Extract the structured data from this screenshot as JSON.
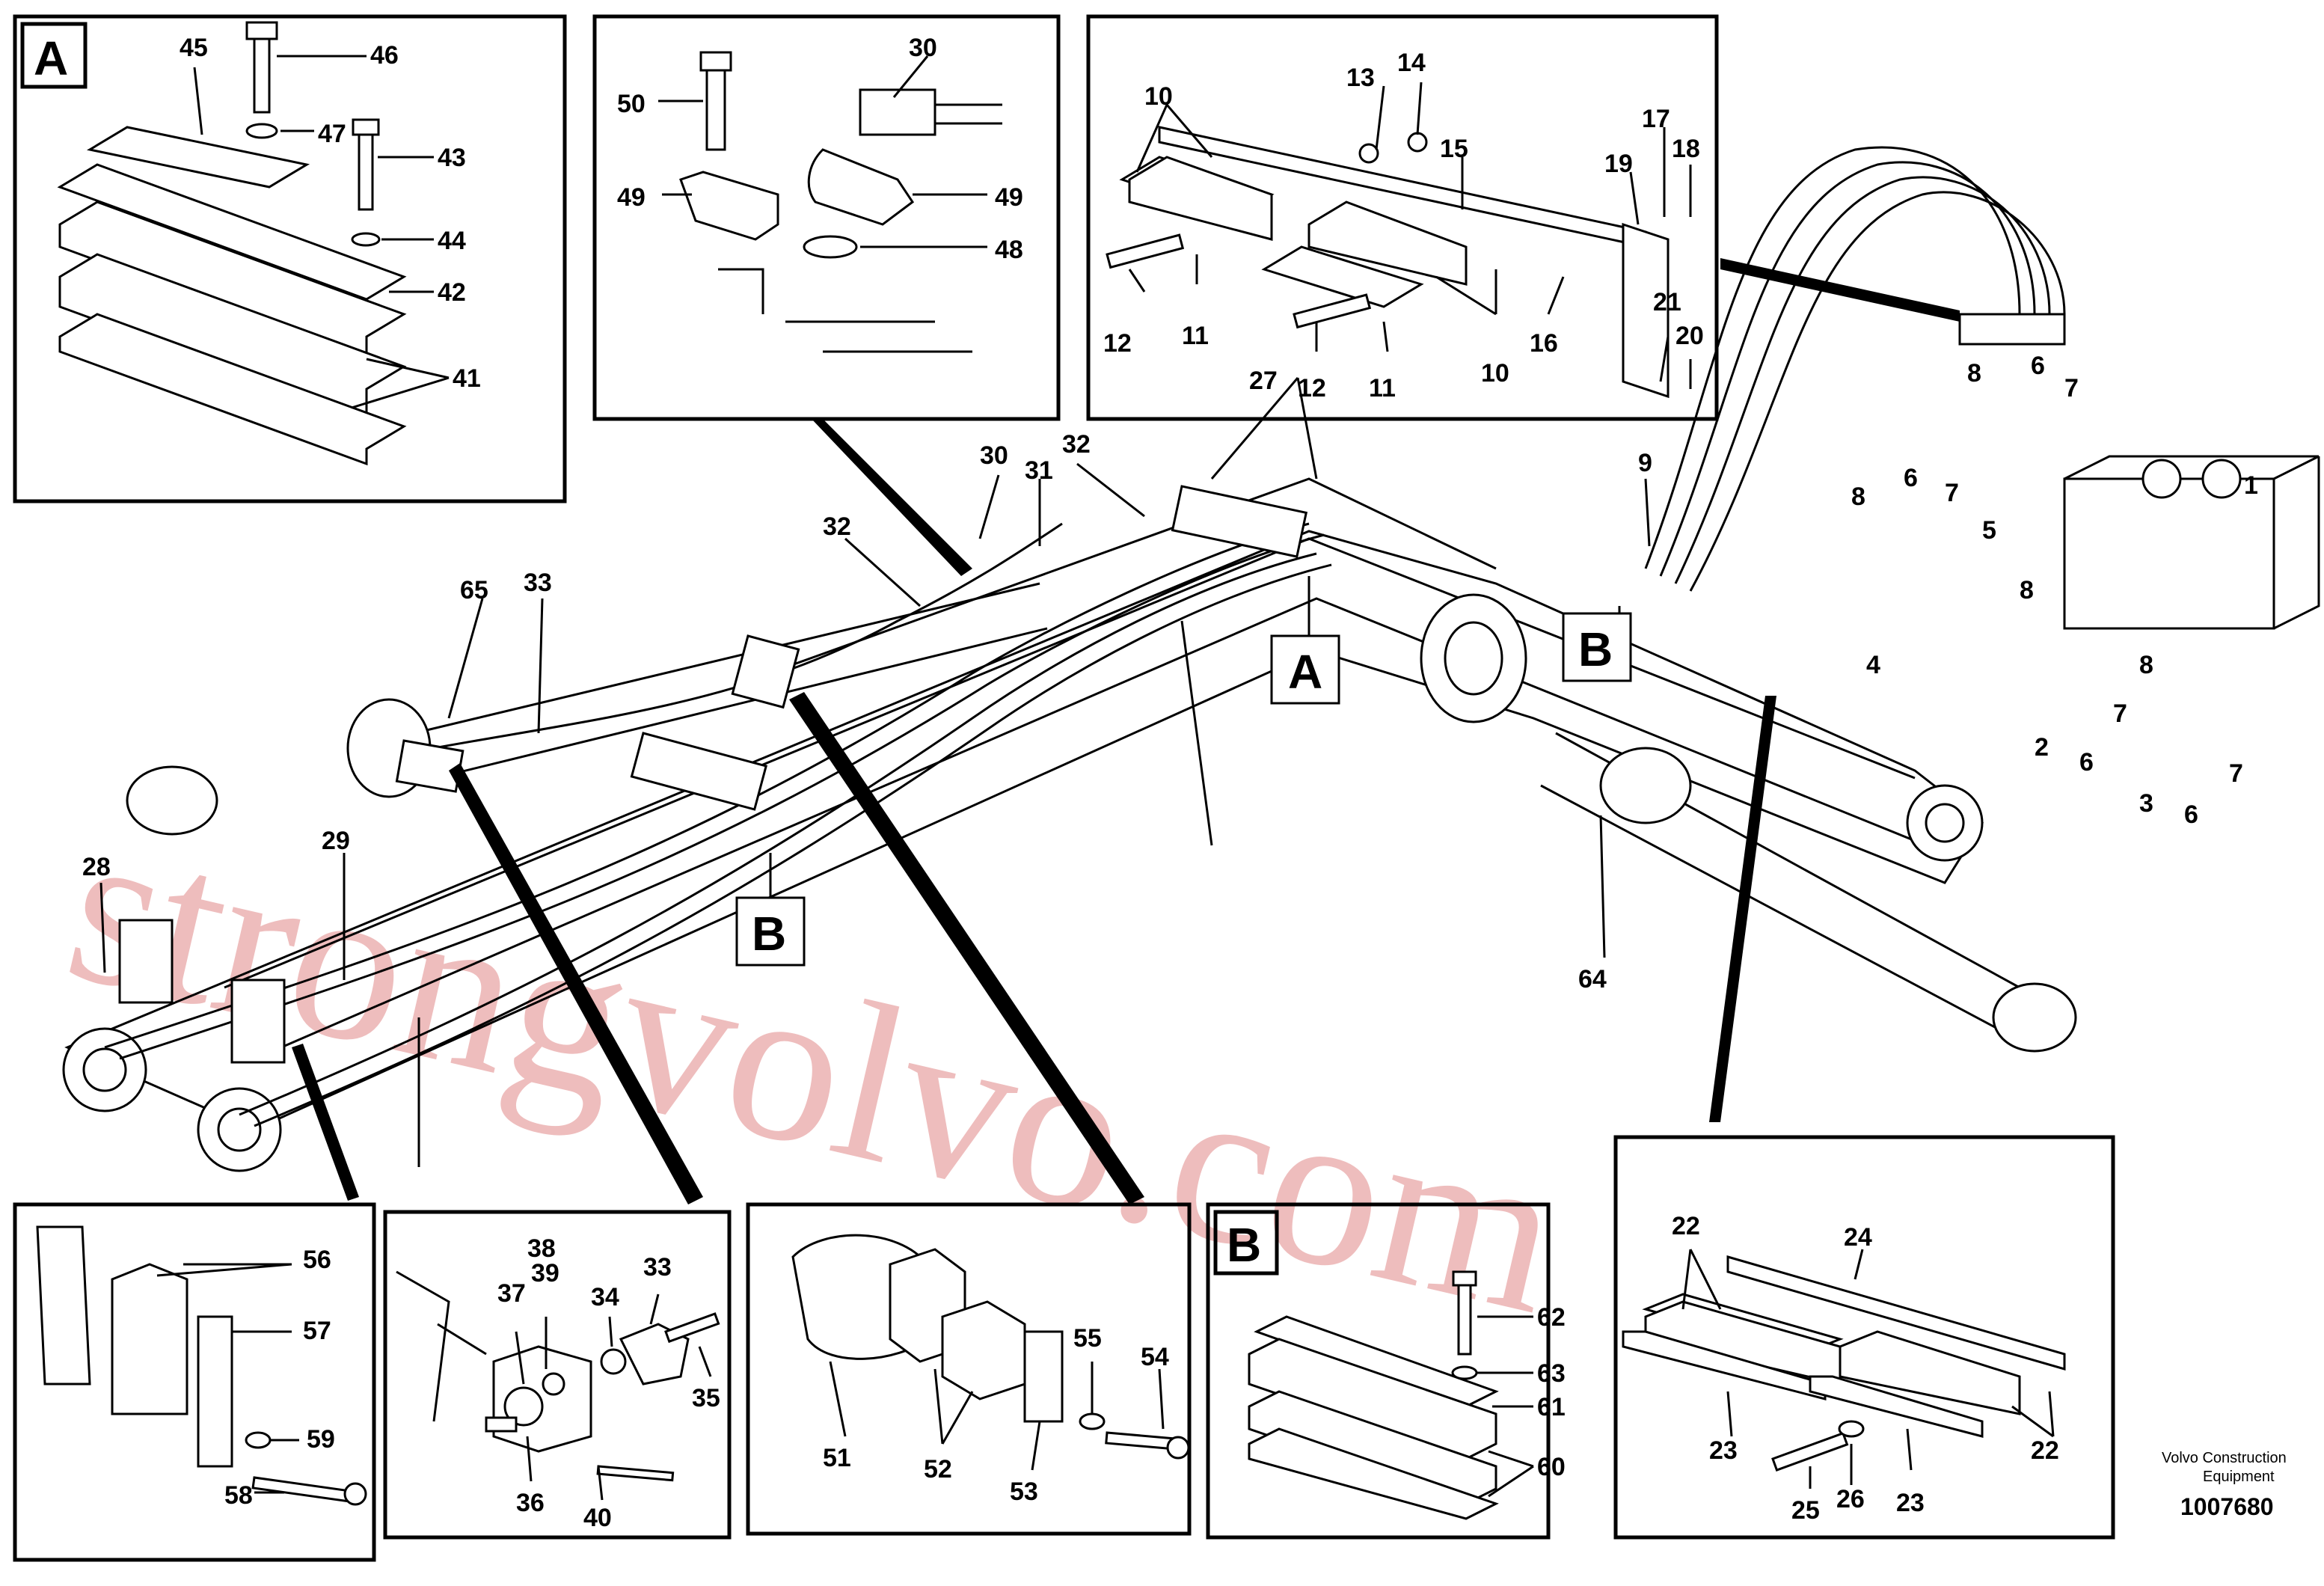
{
  "detail_labels": {
    "a": "A",
    "b": "B"
  },
  "watermark": "strongvolvo.com",
  "brand_line1": "Volvo Construction",
  "brand_line2": "Equipment",
  "drawing_number": "1007680",
  "callouts": {
    "n1": "1",
    "n2": "2",
    "n3": "3",
    "n4": "4",
    "n5": "5",
    "n6": "6",
    "n7": "7",
    "n8": "8",
    "n9": "9",
    "n10": "10",
    "n11": "11",
    "n12": "12",
    "n13": "13",
    "n14": "14",
    "n15": "15",
    "n16": "16",
    "n17": "17",
    "n18": "18",
    "n19": "19",
    "n20": "20",
    "n21": "21",
    "n22": "22",
    "n23": "23",
    "n24": "24",
    "n25": "25",
    "n26": "26",
    "n27": "27",
    "n28": "28",
    "n29": "29",
    "n30": "30",
    "n31": "31",
    "n32": "32",
    "n33": "33",
    "n34": "34",
    "n35": "35",
    "n36": "36",
    "n37": "37",
    "n38": "38",
    "n39": "39",
    "n40": "40",
    "n41": "41",
    "n42": "42",
    "n43": "43",
    "n44": "44",
    "n45": "45",
    "n46": "46",
    "n47": "47",
    "n48": "48",
    "n49": "49",
    "n50": "50",
    "n51": "51",
    "n52": "52",
    "n53": "53",
    "n54": "54",
    "n55": "55",
    "n56": "56",
    "n57": "57",
    "n58": "58",
    "n59": "59",
    "n60": "60",
    "n61": "61",
    "n62": "62",
    "n63": "63",
    "n64": "64",
    "n65": "65"
  }
}
